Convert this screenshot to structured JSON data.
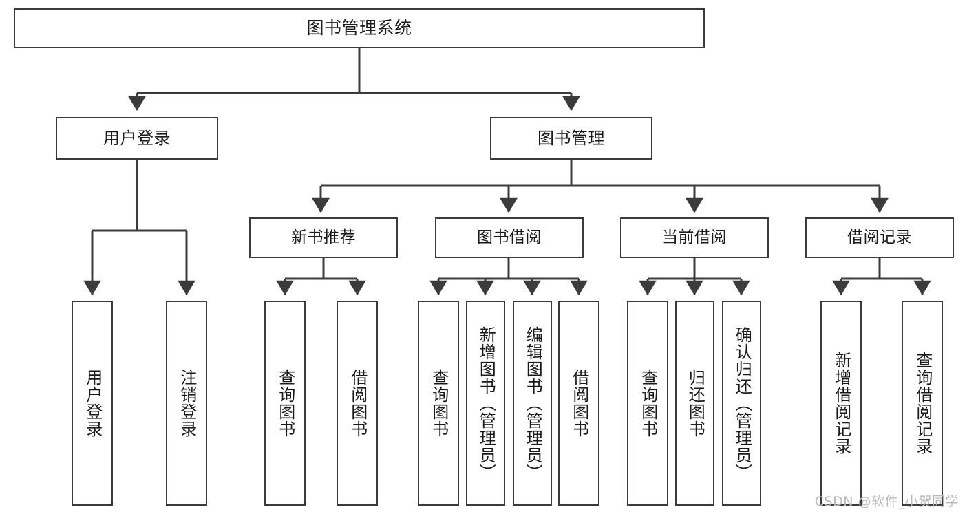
{
  "diagram": {
    "title_node": {
      "label": "图书管理系统"
    },
    "level2": [
      {
        "id": "user-login",
        "label": "用户登录"
      },
      {
        "id": "book-management",
        "label": "图书管理"
      }
    ],
    "level3": [
      {
        "id": "new-book-recommend",
        "label": "新书推荐"
      },
      {
        "id": "book-borrow",
        "label": "图书借阅"
      },
      {
        "id": "current-borrow",
        "label": "当前借阅"
      },
      {
        "id": "borrow-record",
        "label": "借阅记录"
      }
    ],
    "leaves": {
      "user_login": [
        {
          "id": "leaf-user-login",
          "label": "用户登录"
        },
        {
          "id": "leaf-logout-login",
          "label": "注销登录"
        }
      ],
      "new_book_recommend": [
        {
          "id": "leaf-query-book-1",
          "label": "查询图书"
        },
        {
          "id": "leaf-borrow-book-1",
          "label": "借阅图书"
        }
      ],
      "book_borrow": [
        {
          "id": "leaf-query-book-2",
          "label": "查询图书"
        },
        {
          "id": "leaf-add-book",
          "label": "新增图书（管理员）"
        },
        {
          "id": "leaf-edit-book",
          "label": "编辑图书（管理员）"
        },
        {
          "id": "leaf-borrow-book-2",
          "label": "借阅图书"
        }
      ],
      "current_borrow": [
        {
          "id": "leaf-query-book-3",
          "label": "查询图书"
        },
        {
          "id": "leaf-return-book",
          "label": "归还图书"
        },
        {
          "id": "leaf-confirm-return",
          "label": "确认归还（管理员）"
        }
      ],
      "borrow_record": [
        {
          "id": "leaf-add-borrow-record",
          "label": "新增借阅记录"
        },
        {
          "id": "leaf-query-borrow-record",
          "label": "查询借阅记录"
        }
      ]
    },
    "watermark": "CSDN @软件_小贺同学",
    "colors": {
      "stroke": "#3b3b3b",
      "background": "#ffffff",
      "text": "#1a1a1a",
      "watermark": "#b9b9b9"
    }
  }
}
